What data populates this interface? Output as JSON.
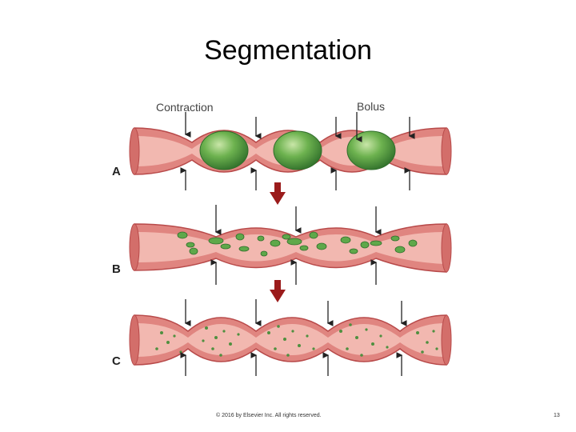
{
  "slide": {
    "title": "Segmentation",
    "copyright": "© 2016 by Elsevier Inc. All rights reserved.",
    "page_number": "13"
  },
  "figure": {
    "labels": {
      "contraction": "Contraction",
      "bolus": "Bolus"
    },
    "panels": [
      {
        "letter": "A",
        "state": "intact boluses"
      },
      {
        "letter": "B",
        "state": "fragmenting chyme"
      },
      {
        "letter": "C",
        "state": "mixed chyme"
      }
    ]
  },
  "colors": {
    "wall": "#e08580",
    "wall_dark": "#b84a4a",
    "lumen": "#f2b8b0",
    "bolus": "#5fa84a",
    "bolus_dark": "#2f6e2a",
    "flow_arrow": "#9b1b1b"
  }
}
